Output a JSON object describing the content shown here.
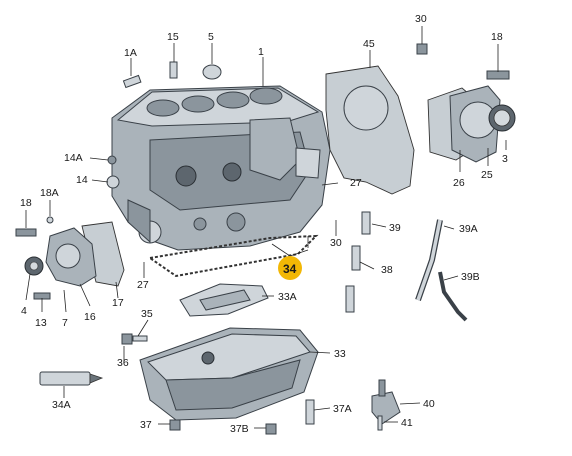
{
  "diagram": {
    "highlight_color": "#f2b705",
    "labels": {
      "p1": "1",
      "p3": "3",
      "p4": "4",
      "p5": "5",
      "p7": "7",
      "p13": "13",
      "p14": "14",
      "p14a": "14A",
      "p15": "15",
      "p16": "16",
      "p17": "17",
      "p18a": "18",
      "p18b": "18",
      "p18a_sub": "18A",
      "p1a": "1A",
      "p25": "25",
      "p26": "26",
      "p27a": "27",
      "p27b": "27",
      "p30a": "30",
      "p30b": "30",
      "p33": "33",
      "p33a": "33A",
      "p34": "34",
      "p34a": "34A",
      "p35": "35",
      "p36": "36",
      "p37": "37",
      "p37a": "37A",
      "p37b": "37B",
      "p38": "38",
      "p39": "39",
      "p39a": "39A",
      "p39b": "39B",
      "p40": "40",
      "p41": "41",
      "p45": "45"
    }
  }
}
